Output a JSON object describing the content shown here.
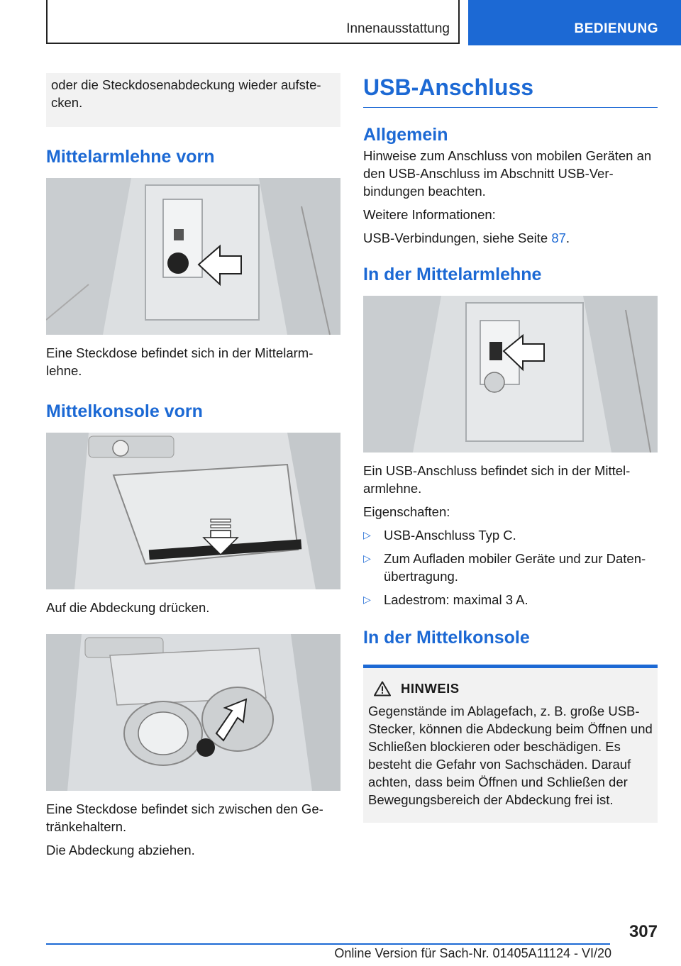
{
  "header": {
    "chapter_title": "Innenausstattung",
    "section_label": "BEDIENUNG"
  },
  "left_column": {
    "continued_note": "oder die Steckdosenabdeckung wieder aufste­cken.",
    "armrest_heading": "Mittelarmlehne vorn",
    "armrest_caption": "Eine Steckdose befindet sich in der Mittelarm­lehne.",
    "console_heading": "Mittelkonsole vorn",
    "press_caption": "Auf die Abdeckung drücken.",
    "cupholder_caption": "Eine Steckdose befindet sich zwischen den Ge­tränkehaltern.",
    "pull_caption": "Die Abdeckung abziehen."
  },
  "right_column": {
    "title": "USB-Anschluss",
    "general_heading": "Allgemein",
    "general_text": "Hinweise zum Anschluss von mobilen Geräten an den USB-Anschluss im Abschnitt USB-Ver­bindungen beachten.",
    "more_info": "Weitere Informationen:",
    "xref_prefix": "USB-Verbindungen, siehe Seite ",
    "xref_page": "87",
    "xref_suffix": ".",
    "armrest_heading": "In der Mittelarmlehne",
    "armrest_caption": "Ein USB-Anschluss befindet sich in der Mittel­armlehne.",
    "properties_label": "Eigenschaften:",
    "bullet_symbol": "▷",
    "bullets": [
      "USB-Anschluss Typ C.",
      "Zum Aufladen mobiler Geräte und zur Daten­übertragung.",
      "Ladestrom: maximal 3 A."
    ],
    "console_heading": "In der Mittelkonsole",
    "warning_label": "HINWEIS",
    "warning_text": "Gegenstände im Ablagefach, z. B. große USB-Stecker, können die Abdeckung beim Öffnen und Schließen blockieren oder beschädigen. Es besteht die Gefahr von Sachschäden. Darauf achten, dass beim Öffnen und Schließen der Bewegungsbereich der Abdeckung frei ist."
  },
  "footer": {
    "page_number": "307",
    "version_text": "Online Version für Sach-Nr. 01405A11124 - VI/20"
  },
  "icons": {
    "warning_icon": "warning-triangle-icon",
    "arrow_icon": "pointer-arrow-icon"
  },
  "colors": {
    "accent": "#1c69d4",
    "note_background": "#f2f2f2"
  }
}
